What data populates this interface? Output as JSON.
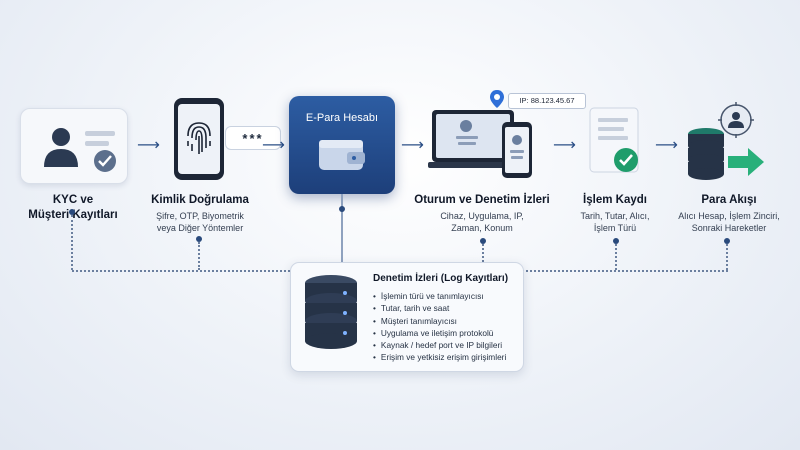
{
  "stages": [
    {
      "title_lines": [
        "KYC ve",
        "Müşteri Kayıtları"
      ],
      "sub_lines": [],
      "icon": "id-card-icon"
    },
    {
      "title_lines": [
        "Kimlik Doğrulama"
      ],
      "sub_lines": [
        "Şifre, OTP, Biyometrik",
        "veya Diğer Yöntemler"
      ],
      "icon": "fingerprint-phone-icon"
    },
    {
      "title_lines": [
        "E-Para Hesabı"
      ],
      "sub_lines": [],
      "icon": "wallet-icon"
    },
    {
      "title_lines": [
        "Oturum ve Denetim İzleri"
      ],
      "sub_lines": [
        "Cihaz, Uygulama, IP,",
        "Zaman, Konum"
      ],
      "icon": "devices-icon"
    },
    {
      "title_lines": [
        "İşlem Kaydı"
      ],
      "sub_lines": [
        "Tarih, Tutar, Alıcı,",
        "İşlem Türü"
      ],
      "icon": "document-check-icon"
    },
    {
      "title_lines": [
        "Para Akışı"
      ],
      "sub_lines": [
        "Alıcı Hesap, İşlem Zinciri,",
        "Sonraki Hareketler"
      ],
      "icon": "database-arrow-icon"
    }
  ],
  "password_mask": "***",
  "ip_label": "IP: 88.123.45.67",
  "log_panel": {
    "title": "Denetim İzleri (Log Kayıtları)",
    "items": [
      "İşlemin türü ve tanımlayıcısı",
      "Tutar, tarih ve saat",
      "Müşteri tanımlayıcısı",
      "Uygulama ve iletişim protokolü",
      "Kaynak / hedef port ve IP bilgileri",
      "Erişim ve yetkisiz erişim girişimleri"
    ]
  },
  "colors": {
    "accent": "#1f4a8a",
    "success": "#1f9d6b",
    "dark_icon": "#2b3a52"
  }
}
